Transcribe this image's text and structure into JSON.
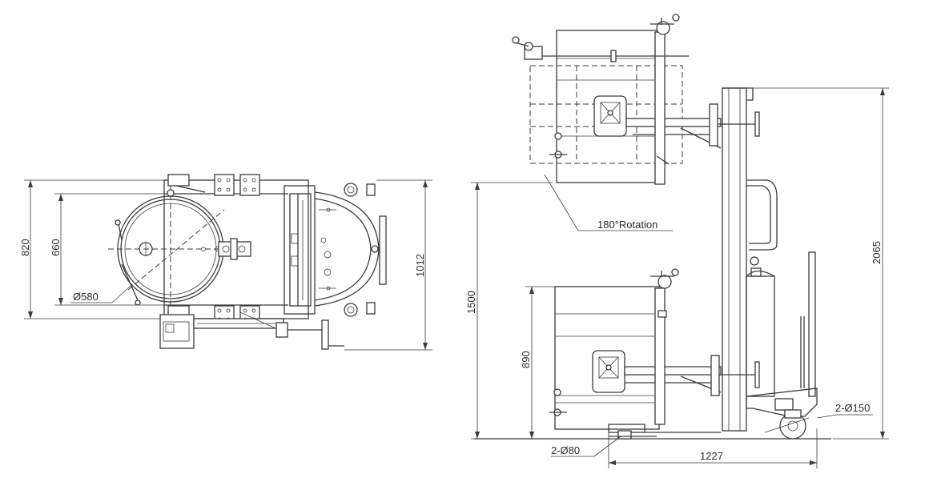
{
  "dimensions": {
    "top_depth_outer": "820",
    "top_depth_inner": "660",
    "top_diameter": "Ø580",
    "top_overall_width": "1012",
    "overall_height": "2065",
    "lift_height": "1500",
    "drum_height": "890",
    "rear_wheels": "2-Ø150",
    "front_rollers": "2-Ø80",
    "wheelbase": "1227"
  },
  "annotations": {
    "rotation": "180°Rotation"
  }
}
